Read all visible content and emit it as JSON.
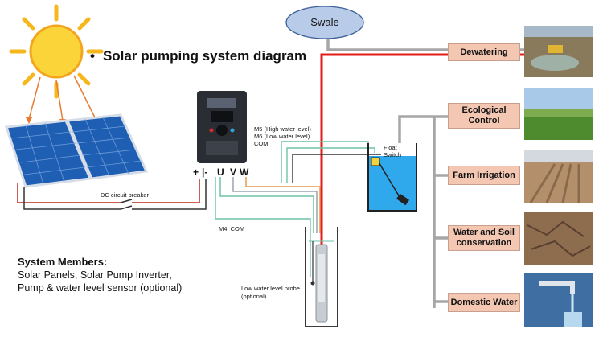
{
  "title": "Solar pumping system diagram",
  "swale": "Swale",
  "labels": {
    "dc_breaker": "DC circuit breaker",
    "m5": "M5 (High water level)",
    "m6": "M6 (Low water level)",
    "com": "COM",
    "m4": "M4, COM",
    "float1": "Float",
    "float2": "Switch",
    "probe1": "Low water level probe",
    "probe2": "(optional)",
    "plus": "+",
    "minus": "|-",
    "u": "U",
    "v": "V",
    "w": "W"
  },
  "members": {
    "heading": "System Members:",
    "line1": "Solar Panels, Solar Pump Inverter,",
    "line2": "Pump & water level sensor (optional)"
  },
  "applications": [
    {
      "line1": "Dewatering",
      "line2": ""
    },
    {
      "line1": "Ecological",
      "line2": "Control"
    },
    {
      "line1": "Farm Irrigation",
      "line2": ""
    },
    {
      "line1": "Water and Soil",
      "line2": "conservation"
    },
    {
      "line1": "Domestic Water",
      "line2": ""
    }
  ],
  "colors": {
    "pipe_red": "#e31b1b",
    "pipe_gray": "#a6a6a6",
    "wire_teal": "#6fc2a8",
    "wire_orange": "#e79a4f",
    "box_fill": "#f4c7b3",
    "swale_fill": "#b8cbe8"
  }
}
